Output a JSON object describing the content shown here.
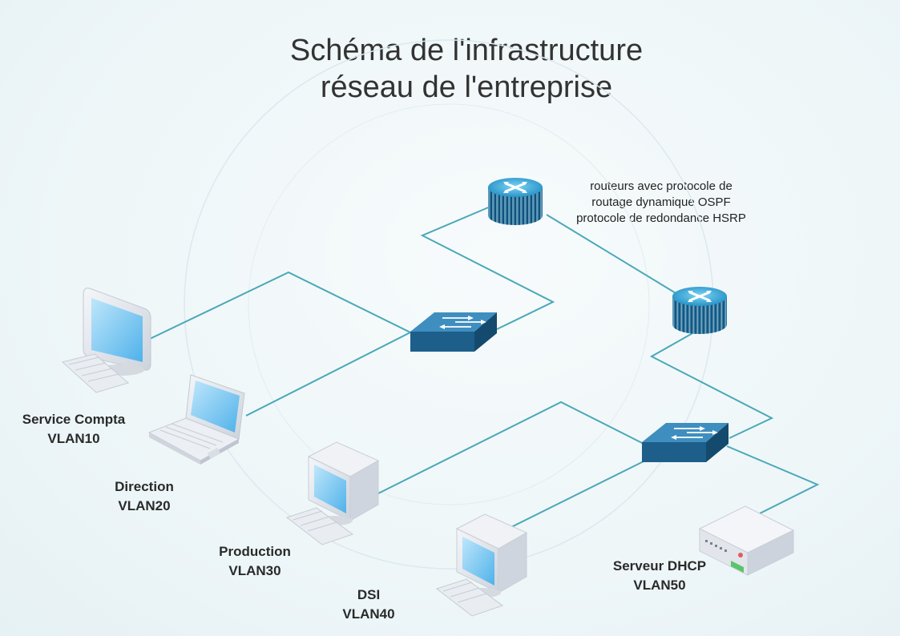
{
  "title": {
    "line1": "Schéma de l'infrastructure",
    "line2": "réseau de l'entreprise"
  },
  "router_note": {
    "line1": "routeurs avec protocole de",
    "line2": "routage dynamique OSPF",
    "line3": "protocole de redondance HSRP"
  },
  "nodes": [
    {
      "name": "Service Compta",
      "vlan": "VLAN10",
      "icon": "desktop-monitor-icon"
    },
    {
      "name": "Direction",
      "vlan": "VLAN20",
      "icon": "laptop-icon"
    },
    {
      "name": "Production",
      "vlan": "VLAN30",
      "icon": "crt-computer-icon"
    },
    {
      "name": "DSI",
      "vlan": "VLAN40",
      "icon": "crt-computer-icon"
    },
    {
      "name": "Serveur DHCP",
      "vlan": "VLAN50",
      "icon": "server-icon"
    }
  ],
  "devices": [
    "router-icon",
    "router-icon",
    "switch-icon",
    "switch-icon"
  ],
  "colors": {
    "link": "#4aa8b8",
    "screen": "#8fd0f5",
    "router_top": "#3aa9d9",
    "switch_body": "#1d5f8a",
    "device_frame": "#e4e8ee"
  }
}
